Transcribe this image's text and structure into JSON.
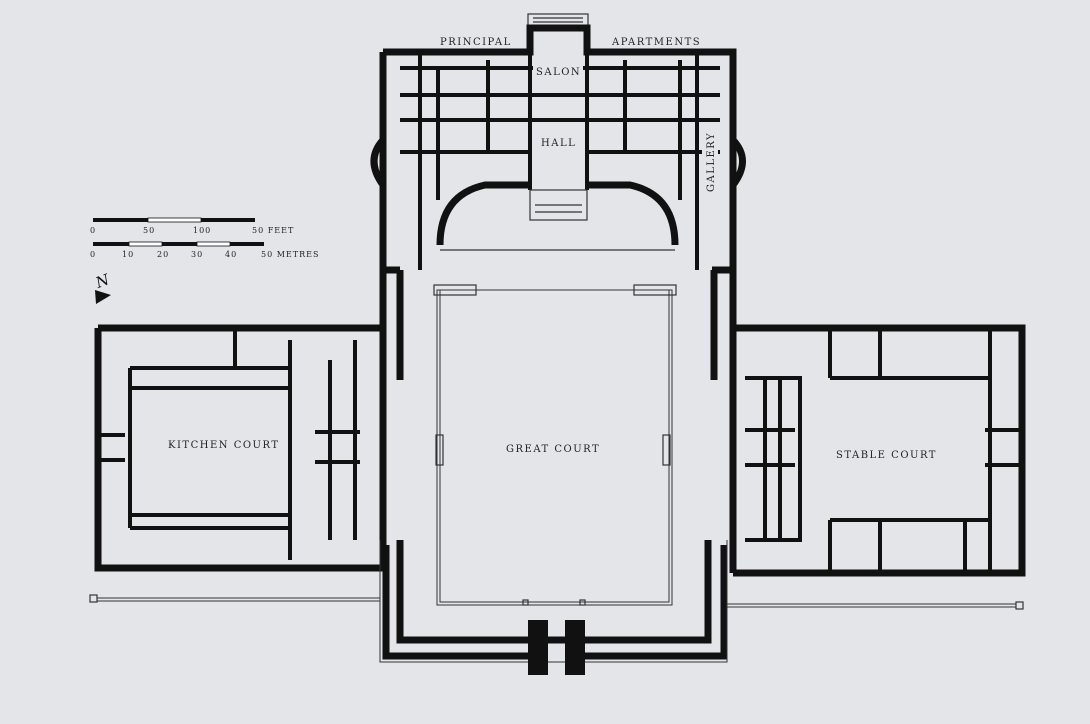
{
  "labels": {
    "principal": "PRINCIPAL",
    "apartments": "APARTMENTS",
    "salon": "SALON",
    "hall": "HALL",
    "gallery": "GALLERY",
    "kitchen_court": "KITCHEN COURT",
    "great_court": "GREAT COURT",
    "stable_court": "STABLE COURT"
  },
  "scale_feet": {
    "ticks": [
      "0",
      "50",
      "100"
    ],
    "end_label": "50 FEET"
  },
  "scale_metres": {
    "ticks": [
      "0",
      "10",
      "20",
      "30",
      "40"
    ],
    "end_label": "50 METRES"
  },
  "north_arrow": {
    "label": "N"
  },
  "colors": {
    "background": "#e3e5e9",
    "walls": "#111111"
  }
}
